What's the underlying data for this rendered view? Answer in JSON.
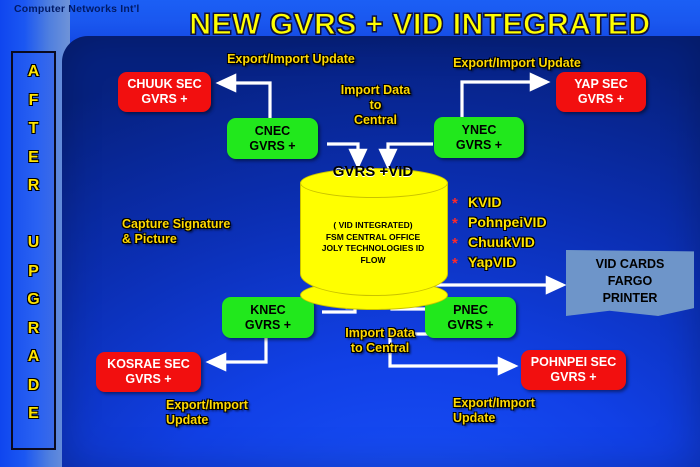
{
  "header": {
    "brand": "Computer Networks Int'l",
    "title": "NEW GVRS + VID INTEGRATED"
  },
  "sidebar": {
    "letters": [
      "A",
      "F",
      "T",
      "E",
      "R",
      "",
      "U",
      "P",
      "G",
      "R",
      "A",
      "D",
      "E"
    ],
    "phrase": "AFTER UPGRADE"
  },
  "nodes": {
    "chuuk_sec": "CHUUK SEC\nGVRS +",
    "yap_sec": "YAP SEC\nGVRS +",
    "kosrae_sec": "KOSRAE SEC\nGVRS +",
    "pohnpei_sec": "POHNPEI SEC\nGVRS +",
    "cnec": "CNEC\nGVRS +",
    "ynec": "YNEC\nGVRS +",
    "knec": "KNEC\nGVRS +",
    "pnec": "PNEC\nGVRS +"
  },
  "database": {
    "title": "GVRS +VID",
    "body": "( VID INTEGRATED)\nFSM CENTRAL OFFICE\nJOLY TECHNOLOGIES  ID\nFLOW"
  },
  "vid_list": {
    "bullet_glyph": "*",
    "items": [
      "KVID",
      "PohnpeiVID",
      "ChuukVID",
      "YapVID"
    ]
  },
  "printer": {
    "text": "VID CARDS\nFARGO\nPRINTER"
  },
  "labels": {
    "export_import_update_top_left": "Export/Import Update",
    "export_import_update_top_right": "Export/Import Update",
    "export_import_update_bottom_left": "Export/Import\nUpdate",
    "export_import_update_bottom_right": "Export/Import\nUpdate",
    "import_top": "Import Data\nto\nCentral",
    "import_bottom": "Import Data\nto Central",
    "capture": "Capture Signature\n& Picture"
  },
  "colors": {
    "background_blue": "#0d3ae8",
    "panel_blue": "#1140e6",
    "title_yellow": "#ffff00",
    "label_yellow": "#ffd900",
    "node_red": "#f20f0f",
    "node_green": "#21e81c",
    "cylinder_yellow": "#ffff00",
    "printer_blue": "#6e95c9",
    "bullet_red": "#ff2a2a",
    "arrow_white": "#ffffff"
  }
}
